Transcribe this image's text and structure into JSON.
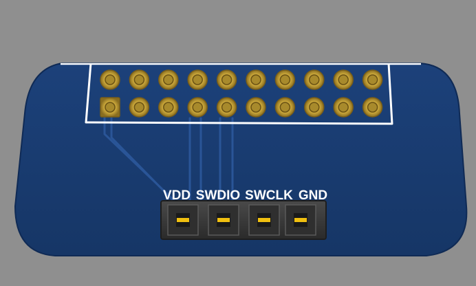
{
  "pcb": {
    "board_color": "#183a70",
    "silkscreen_color": "#ffffff",
    "pad_color": "#c9a63a",
    "trace_color": "#1f4a8a",
    "connector_color": "#3a3a3a",
    "contact_color": "#f0c010"
  },
  "header_20pin": {
    "rows": 2,
    "cols": 10,
    "pin1_shape": "square"
  },
  "swd_header": {
    "labels": [
      "VDD",
      "SWDIO",
      "SWCLK",
      "GND"
    ]
  }
}
